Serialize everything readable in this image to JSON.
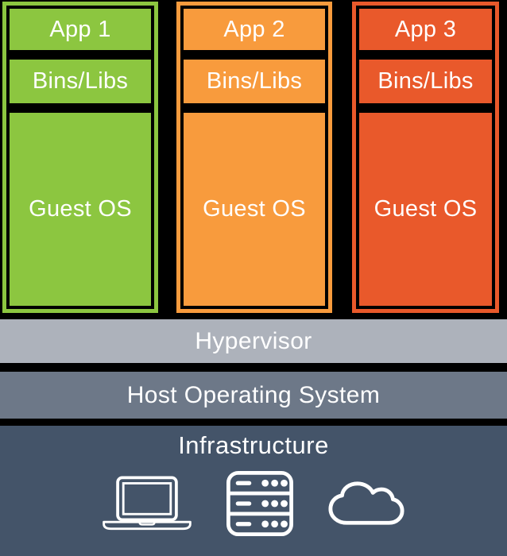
{
  "diagram": {
    "title": "virtual-machines-architecture",
    "columns": [
      {
        "app": "App 1",
        "bins": "Bins/Libs",
        "os": "Guest OS",
        "color": "#8CC640"
      },
      {
        "app": "App 2",
        "bins": "Bins/Libs",
        "os": "Guest OS",
        "color": "#F89B3D"
      },
      {
        "app": "App 3",
        "bins": "Bins/Libs",
        "os": "Guest OS",
        "color": "#E9592B"
      }
    ],
    "hypervisor_label": "Hypervisor",
    "host_os_label": "Host Operating System",
    "infrastructure_label": "Infrastructure",
    "infrastructure_icons": [
      {
        "name": "laptop-icon"
      },
      {
        "name": "server-icon"
      },
      {
        "name": "cloud-icon"
      }
    ],
    "colors": {
      "background": "#000000",
      "text": "#FFFFFF",
      "vm_green": "#8CC640",
      "vm_orange": "#F89B3D",
      "vm_red_orange": "#E9592B",
      "hypervisor_bg": "#ADB2BB",
      "host_os_bg": "#6D7888",
      "infrastructure_bg": "#445469",
      "icon_stroke": "#FFFFFF"
    }
  }
}
